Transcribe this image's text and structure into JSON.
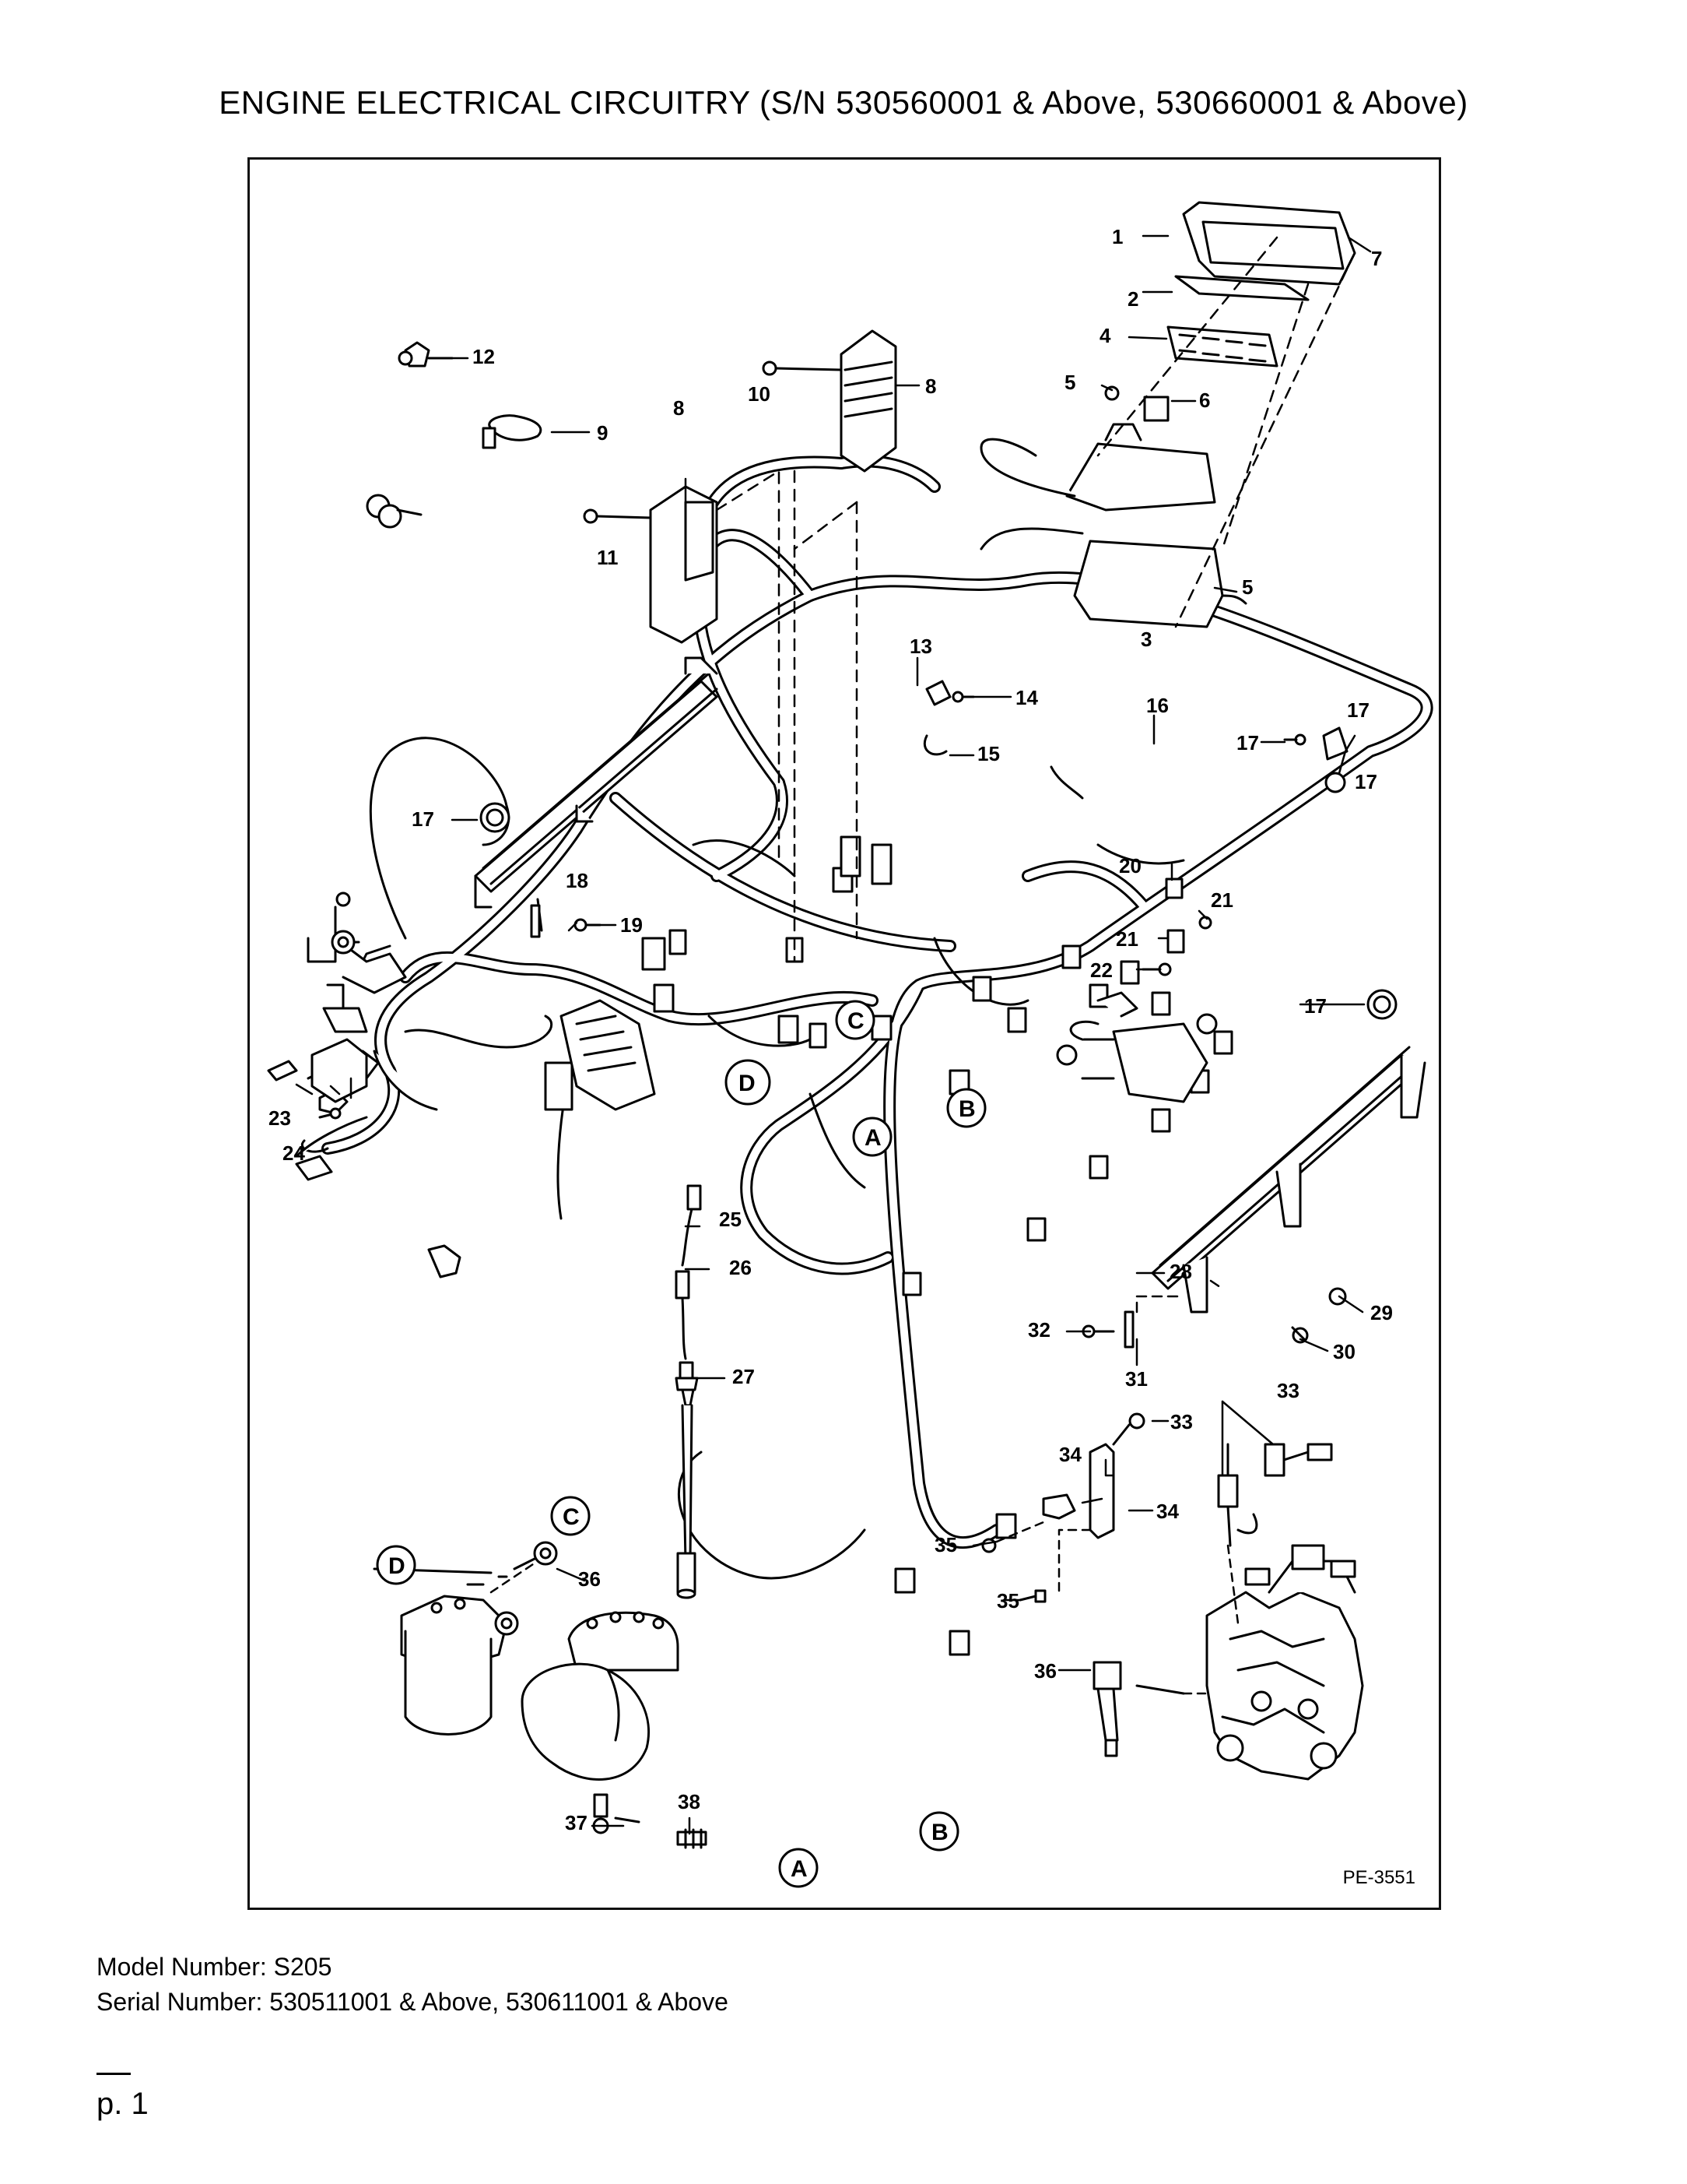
{
  "title": "ENGINE ELECTRICAL CIRCUITRY (S/N 530560001 & Above, 530660001 & Above)",
  "figure_code": "PE-3551",
  "model_line": "Model Number: S205",
  "serial_line": "Serial Number: 530511001 & Above, 530611001 & Above",
  "page_label": "p. 1",
  "callouts": [
    "1",
    "2",
    "3",
    "4",
    "5",
    "5",
    "6",
    "7",
    "8",
    "8",
    "9",
    "10",
    "11",
    "12",
    "13",
    "14",
    "15",
    "16",
    "17",
    "17",
    "17",
    "17",
    "17",
    "18",
    "19",
    "20",
    "21",
    "21",
    "22",
    "23",
    "24",
    "25",
    "26",
    "27",
    "28",
    "29",
    "30",
    "31",
    "32",
    "33",
    "33",
    "34",
    "34",
    "35",
    "35",
    "36",
    "36",
    "37",
    "38"
  ],
  "connector_letters": [
    "A",
    "A",
    "B",
    "B",
    "C",
    "C",
    "D",
    "D"
  ]
}
